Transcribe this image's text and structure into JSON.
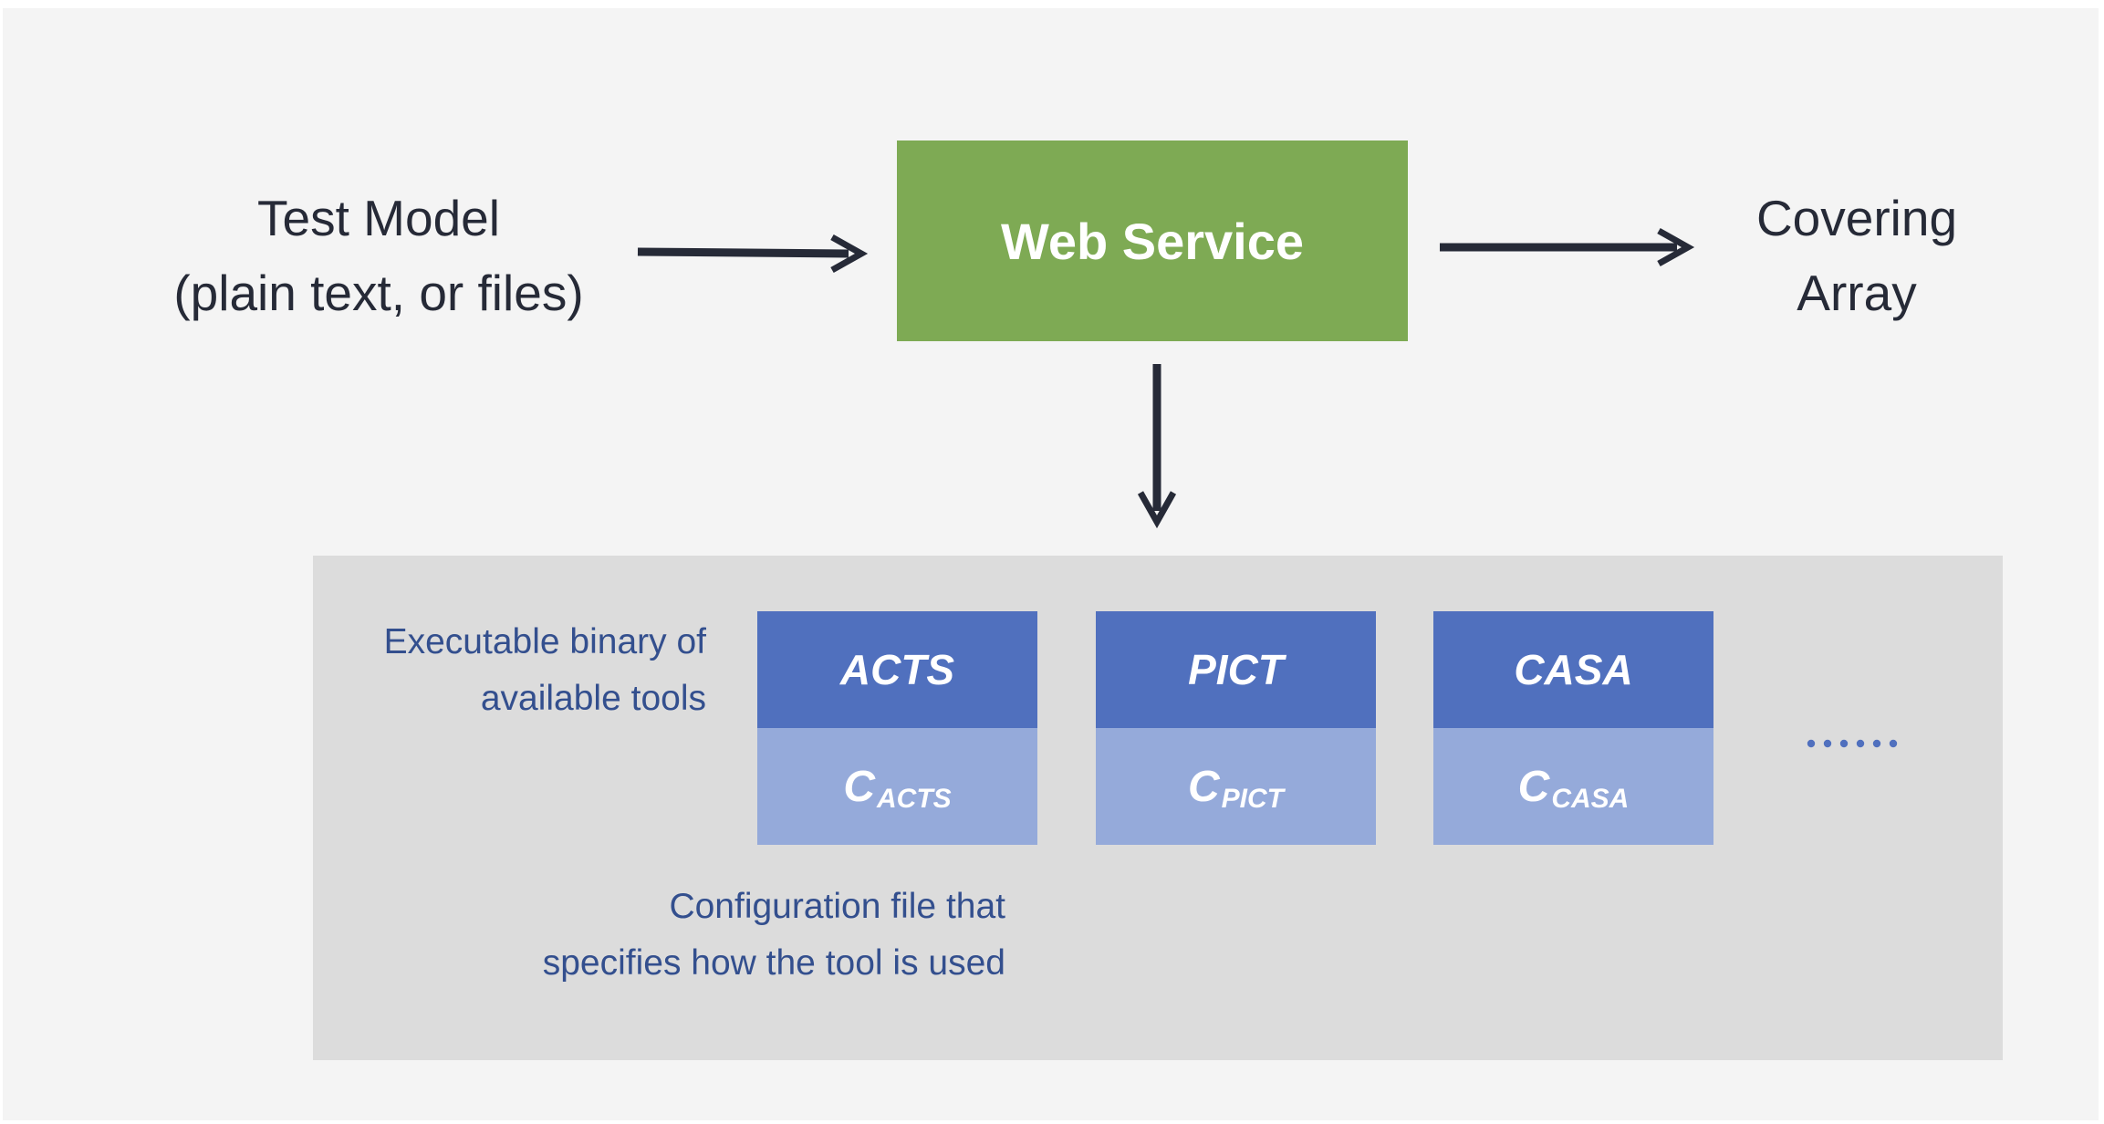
{
  "input": {
    "line1": "Test Model",
    "line2": "(plain text, or files)"
  },
  "service": {
    "label": "Web Service"
  },
  "output": {
    "line1": "Covering",
    "line2": "Array"
  },
  "tools_panel": {
    "binary_note_line1": "Executable binary of",
    "binary_note_line2": "available tools",
    "config_note_line1": "Configuration file that",
    "config_note_line2": "specifies how the tool is used",
    "more_tools": "......",
    "tools": [
      {
        "name": "ACTS",
        "config_letter": "C",
        "config_sub": "ACTS"
      },
      {
        "name": "PICT",
        "config_letter": "C",
        "config_sub": "PICT"
      },
      {
        "name": "CASA",
        "config_letter": "C",
        "config_sub": "CASA"
      }
    ]
  },
  "colors": {
    "service_green": "#7eaa54",
    "tool_header_blue": "#5070be",
    "tool_config_blue": "#95aada",
    "note_text_blue": "#334f8e",
    "arrow_dark": "#262a37",
    "panel_gray": "#dcdcdc",
    "background": "#f4f4f4"
  }
}
